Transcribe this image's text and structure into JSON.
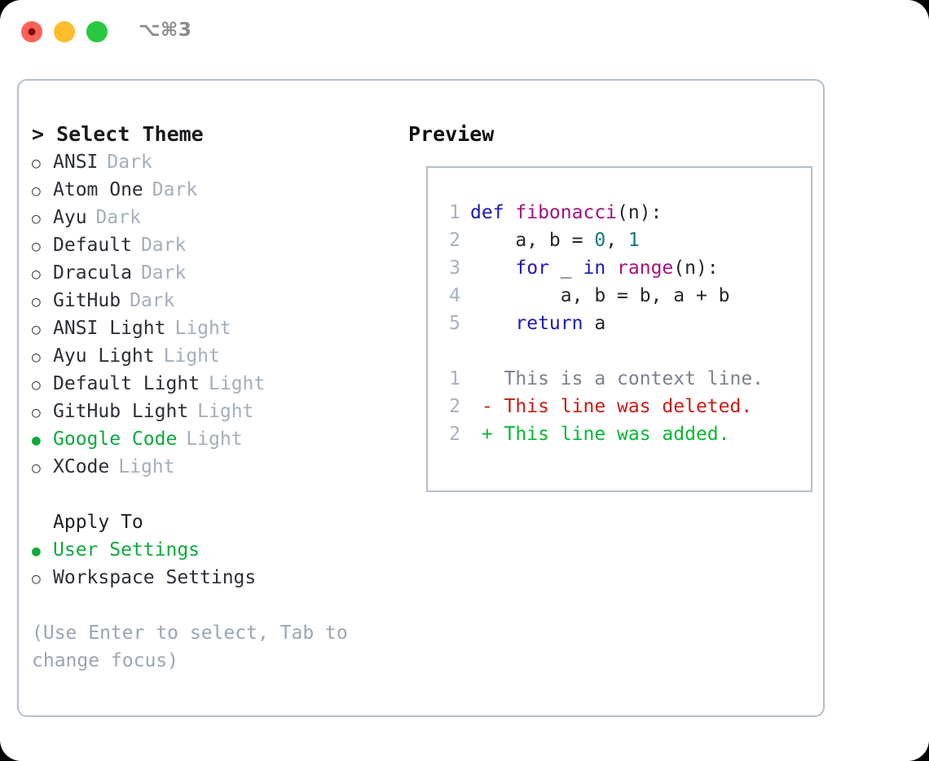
{
  "window": {
    "traffic_lights": [
      "close-red",
      "minimize-yellow",
      "maximize-green"
    ],
    "shortcut": "⌥⌘3"
  },
  "colors": {
    "accent_green": "#0daa3c",
    "border": "#b4bfcc",
    "muted": "#a4afba",
    "hint": "#9aa5b1",
    "keyword": "#1a19b8",
    "function": "#a3127e",
    "number": "#0f7b7b",
    "plain": "#24272c",
    "gutter": "#a8b2be",
    "diff_context": "#7a828c",
    "diff_deleted": "#c91d12",
    "diff_added": "#07ba32"
  },
  "left": {
    "header": "> Select Theme",
    "markers": {
      "off": "○",
      "on": "●"
    },
    "themes": [
      {
        "name": "ANSI",
        "variant": "Dark",
        "selected": false
      },
      {
        "name": "Atom One",
        "variant": "Dark",
        "selected": false
      },
      {
        "name": "Ayu",
        "variant": "Dark",
        "selected": false
      },
      {
        "name": "Default",
        "variant": "Dark",
        "selected": false
      },
      {
        "name": "Dracula",
        "variant": "Dark",
        "selected": false
      },
      {
        "name": "GitHub",
        "variant": "Dark",
        "selected": false
      },
      {
        "name": "ANSI Light",
        "variant": "Light",
        "selected": false
      },
      {
        "name": "Ayu Light",
        "variant": "Light",
        "selected": false
      },
      {
        "name": "Default Light",
        "variant": "Light",
        "selected": false
      },
      {
        "name": "GitHub Light",
        "variant": "Light",
        "selected": false
      },
      {
        "name": "Google Code",
        "variant": "Light",
        "selected": true
      },
      {
        "name": "XCode",
        "variant": "Light",
        "selected": false
      }
    ],
    "apply_to": {
      "label": "Apply To",
      "options": [
        {
          "name": "User Settings",
          "selected": true
        },
        {
          "name": "Workspace Settings",
          "selected": false
        }
      ]
    },
    "hint": "(Use Enter to select, Tab to change focus)"
  },
  "right": {
    "title": "Preview",
    "code_lines": [
      {
        "num": "1",
        "tokens": [
          {
            "t": "def ",
            "c": "kw"
          },
          {
            "t": "fibonacci",
            "c": "fn"
          },
          {
            "t": "(n):",
            "c": "pln"
          }
        ]
      },
      {
        "num": "2",
        "tokens": [
          {
            "t": "    a, b = ",
            "c": "pln"
          },
          {
            "t": "0",
            "c": "num"
          },
          {
            "t": ", ",
            "c": "pln"
          },
          {
            "t": "1",
            "c": "num"
          }
        ]
      },
      {
        "num": "3",
        "tokens": [
          {
            "t": "    ",
            "c": "pln"
          },
          {
            "t": "for",
            "c": "kw"
          },
          {
            "t": " _ ",
            "c": "pln"
          },
          {
            "t": "in",
            "c": "kw"
          },
          {
            "t": " ",
            "c": "pln"
          },
          {
            "t": "range",
            "c": "fn"
          },
          {
            "t": "(n):",
            "c": "pln"
          }
        ]
      },
      {
        "num": "4",
        "tokens": [
          {
            "t": "        a, b = b, a + b",
            "c": "pln"
          }
        ]
      },
      {
        "num": "5",
        "tokens": [
          {
            "t": "    ",
            "c": "pln"
          },
          {
            "t": "return",
            "c": "kw"
          },
          {
            "t": " a",
            "c": "pln"
          }
        ]
      }
    ],
    "diff_lines": [
      {
        "num": "1",
        "marker": " ",
        "text": "This is a context line.",
        "kind": "ctx"
      },
      {
        "num": "2",
        "marker": "-",
        "text": "This line was deleted.",
        "kind": "del"
      },
      {
        "num": "2",
        "marker": "+",
        "text": "This line was added.",
        "kind": "add"
      }
    ]
  }
}
